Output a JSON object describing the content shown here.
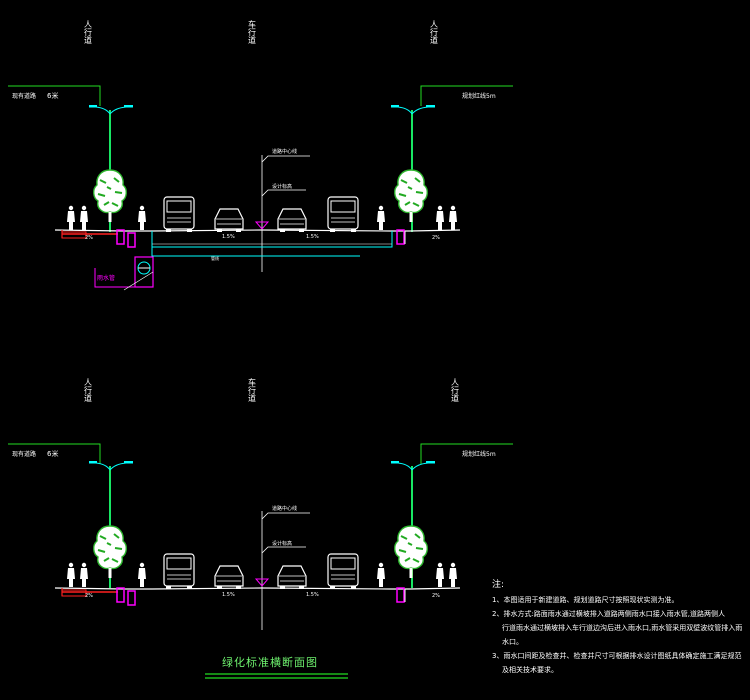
{
  "sections": [
    {
      "id": "top",
      "zone_labels": [
        "人行道",
        "车行道",
        "人行道"
      ],
      "left_dim": "现有道路",
      "left_dim_value": "6米",
      "right_dim": "规划红线5m",
      "center_label_1": "道路中心线",
      "center_label_2": "设计标高",
      "slopes": [
        "2%",
        "1.5%",
        "1.5%",
        "2%"
      ],
      "pipe_label": "雨水管",
      "bottom_label": "管线"
    },
    {
      "id": "bottom",
      "zone_labels": [
        "人行道",
        "车行道",
        "人行道"
      ],
      "left_dim": "现有道路",
      "left_dim_value": "6米",
      "right_dim": "规划红线5m",
      "center_label_1": "道路中心线",
      "center_label_2": "设计标高",
      "slopes": [
        "2%",
        "1.5%",
        "1.5%",
        "2%"
      ]
    }
  ],
  "notes": {
    "heading": "注:",
    "items": [
      "1、本图适用于新建道路、规划道路尺寸按照现状实测为准。",
      "2、排水方式:路面雨水通过横坡排入道路两侧雨水口接入雨水管,道路两侧人",
      "行道雨水通过横坡排入车行道边沟后进入雨水口,雨水管采用双壁波纹管排入雨水口。",
      "3、雨水口间距及检查井、检查井尺寸可根据排水设计图纸具体确定施工满足规范",
      "及相关技术要求。"
    ]
  },
  "title": "绿化标准横断面图",
  "colors": {
    "green": "#22dd22",
    "cyan": "#00ffff",
    "magenta": "#ff00ff",
    "red": "#ff2020",
    "white": "#ffffff"
  }
}
